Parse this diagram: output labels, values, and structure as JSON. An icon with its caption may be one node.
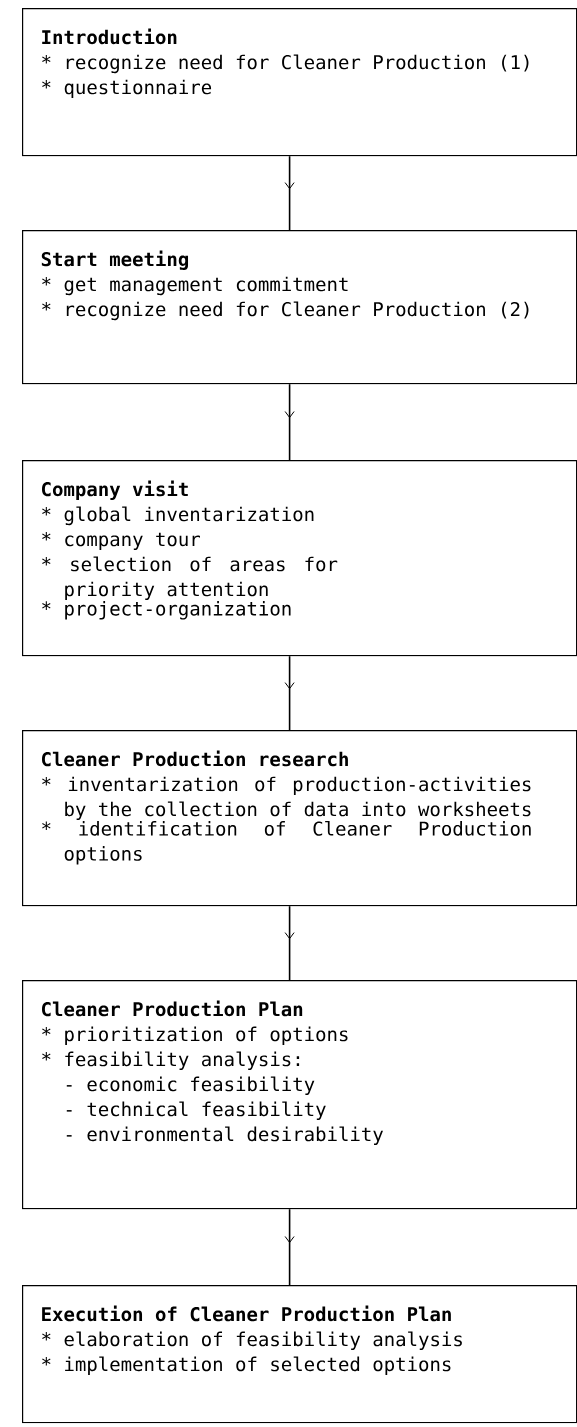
{
  "diagram": {
    "nodes": [
      {
        "text": [
          "Introduction",
          "* recognize need for Cleaner Production (1)",
          "* questionnaire"
        ]
      },
      {
        "text": [
          "Start meeting",
          "* get management commitment",
          "* recognize need for Cleaner Production (2)"
        ]
      },
      {
        "text": [
          "Company visit",
          "* global inventarization",
          "* company tour",
          "* selection of areas for priority attention",
          "* project-organization"
        ]
      },
      {
        "text": [
          "Cleaner Production research",
          "* inventarization of production-activities by the collection of data into worksheets",
          "* identification of Cleaner Production options"
        ]
      },
      {
        "text": [
          "Cleaner Production Plan",
          "* prioritization of options",
          "* feasibility analysis:",
          "- economic feasibility",
          "- technical feasibility",
          "- environmental desirability"
        ]
      },
      {
        "text": [
          "Execution of Cleaner Production Plan",
          "* elaboration of feasibility analysis",
          "* implementation of selected options"
        ]
      }
    ],
    "edges": [
      {
        "from": 0,
        "to": 1,
        "arrow": "to"
      },
      {
        "from": 1,
        "to": 2,
        "arrow": "to"
      },
      {
        "from": 2,
        "to": 3,
        "arrow": "to"
      },
      {
        "from": 3,
        "to": 4,
        "arrow": "to"
      },
      {
        "from": 4,
        "to": 5,
        "arrow": "to"
      }
    ]
  }
}
